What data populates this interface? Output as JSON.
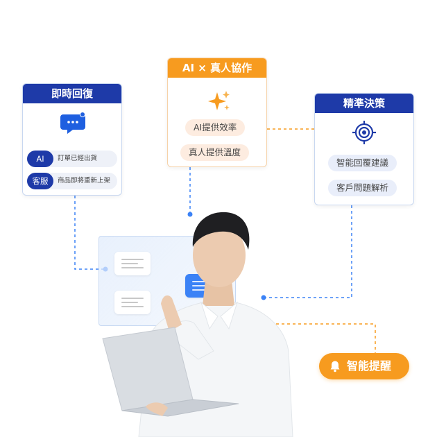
{
  "cards": {
    "instant_reply": {
      "title": "即時回復",
      "rows": [
        {
          "tag": "AI",
          "text": "訂單已經出貨"
        },
        {
          "tag": "客服",
          "text": "商品即將重新上架"
        }
      ]
    },
    "ai_human": {
      "title": "AI × 真人協作",
      "items": [
        "AI提供效率",
        "真人提供溫度"
      ]
    },
    "precise_decision": {
      "title": "精準決策",
      "items": [
        "智能回覆建議",
        "客戶問題解析"
      ]
    }
  },
  "reminder": {
    "label": "智能提醒"
  },
  "colors": {
    "navy": "#1e3aa8",
    "orange": "#f79b1f",
    "connector_blue": "#3b82f6",
    "connector_orange": "#f79b1f"
  },
  "icons": {
    "instant_reply": "chat-bubble-icon",
    "ai_human": "sparkle-icon",
    "precise_decision": "target-icon",
    "reminder": "bell-icon"
  }
}
